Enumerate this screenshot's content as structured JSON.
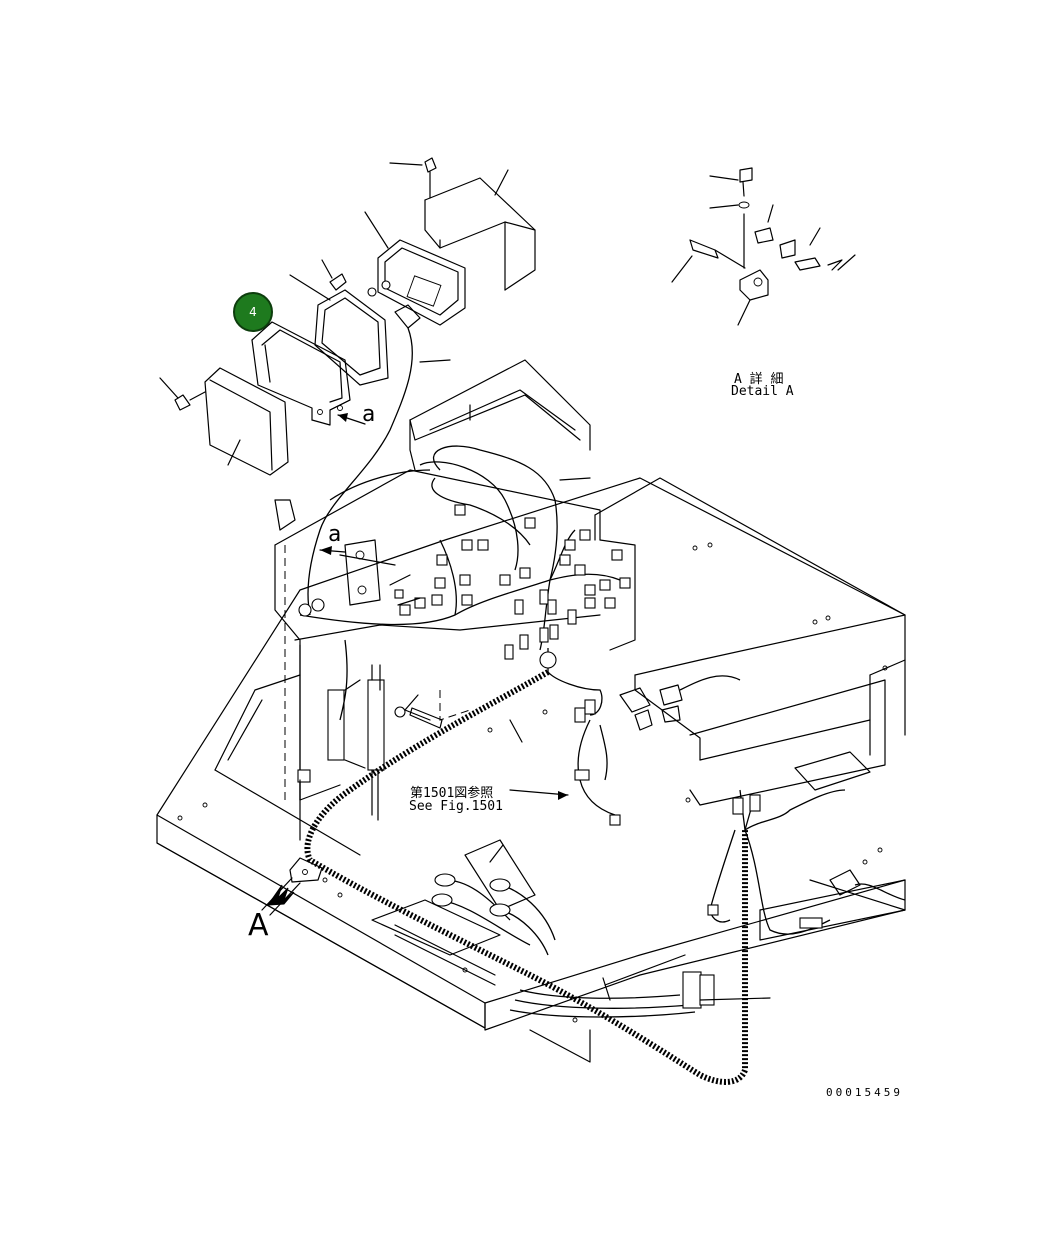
{
  "callouts": [
    {
      "id": "4",
      "color": "#1e7a1e"
    }
  ],
  "labels": {
    "view_a_small_1": "a",
    "view_a_small_2": "a",
    "view_a_big": "A",
    "detail_jp": "A 詳 細",
    "detail_en": "Detail A",
    "see_fig_jp": "第1501図参照",
    "see_fig_en": "See Fig.1501",
    "drawing_number": "00015459"
  }
}
